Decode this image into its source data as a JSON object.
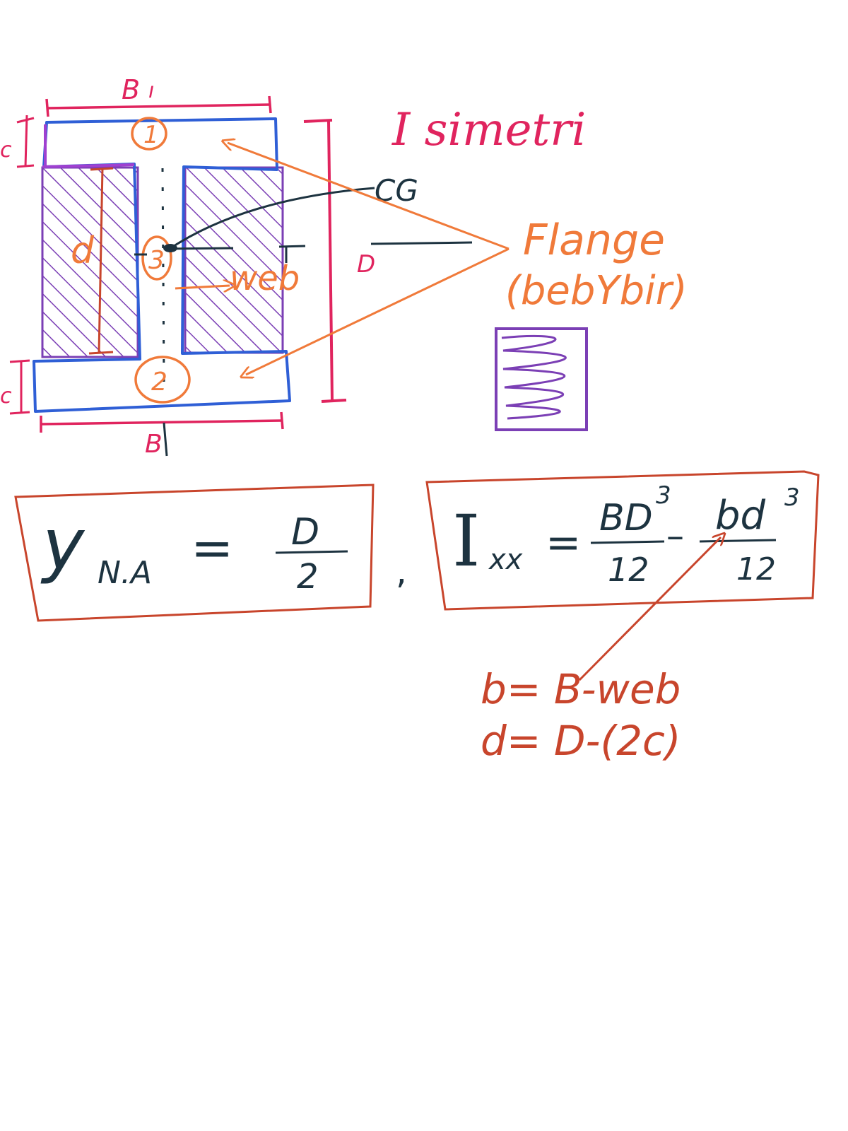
{
  "colors": {
    "pink": "#e0245e",
    "blue": "#2f5fd6",
    "purple": "#7b3fb5",
    "orange": "#f07a3a",
    "dark": "#1d3340",
    "brick": "#c8452c"
  },
  "diagram": {
    "dims": {
      "top_width": "B",
      "bottom_width": "B",
      "flange_thickness_top": "c",
      "flange_thickness_bottom": "c",
      "inner_height": "d",
      "overall_depth": "D"
    },
    "title": "I simetri",
    "regions": {
      "top_flange": "1",
      "web": "3",
      "bottom_flange": "2"
    },
    "labels": {
      "cg": "CG",
      "web": "web",
      "flange": "Flange",
      "flange_note": "(bebYbir)"
    }
  },
  "formulas": {
    "neutral_axis": {
      "lhs_symbol": "y",
      "lhs_subscript": "N.A",
      "equals": "=",
      "numerator": "D",
      "denominator": "2"
    },
    "separator": ",",
    "moment_of_inertia": {
      "lhs_symbol": "I",
      "lhs_subscript": "xx",
      "equals": "=",
      "term1_numerator": "BD",
      "term1_exponent": "3",
      "term1_denominator": "12",
      "minus": "–",
      "term2_numerator": "bd",
      "term2_exponent": "3",
      "term2_denominator": "12"
    },
    "definitions": [
      "b= B-web",
      "d= D-(2c)"
    ]
  }
}
